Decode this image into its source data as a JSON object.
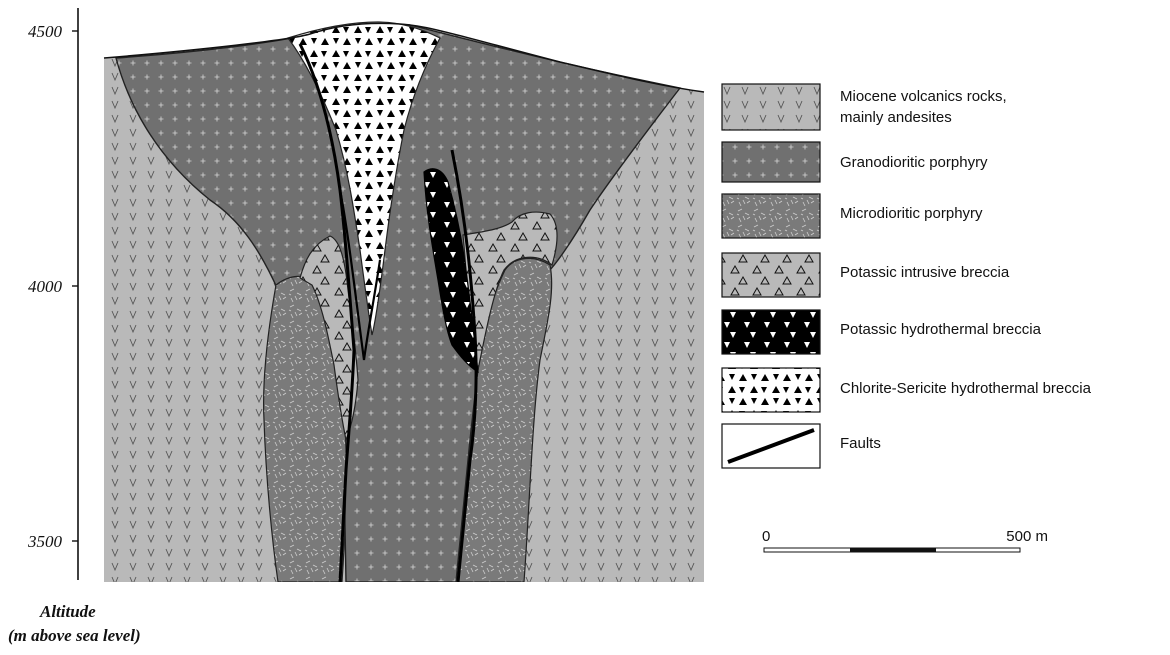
{
  "axis": {
    "title_line1": "Altitude",
    "title_line2": "(m above sea level)",
    "ticks": [
      "4500",
      "4000",
      "3500"
    ]
  },
  "legend": [
    {
      "id": "miocene-volcanics",
      "label_line1": "Miocene volcanics rocks,",
      "label_line2": "mainly andesites",
      "fill": "#b9b9b9"
    },
    {
      "id": "granodioritic-porphyry",
      "label_line1": "Granodioritic porphyry",
      "label_line2": "",
      "fill": "#707070"
    },
    {
      "id": "microdioritic-porphyry",
      "label_line1": "Microdioritic porphyry",
      "label_line2": "",
      "fill": "#7a7a7a"
    },
    {
      "id": "potassic-intrusive-breccia",
      "label_line1": "Potassic intrusive breccia",
      "label_line2": "",
      "fill": "#b9b9b9"
    },
    {
      "id": "potassic-hydrothermal-breccia",
      "label_line1": "Potassic hydrothermal breccia",
      "label_line2": "",
      "fill": "#000000"
    },
    {
      "id": "chlorite-sericite-breccia",
      "label_line1": "Chlorite-Sericite hydrothermal breccia",
      "label_line2": "",
      "fill": "#ffffff"
    },
    {
      "id": "faults",
      "label_line1": "Faults",
      "label_line2": "",
      "fill": "#ffffff"
    }
  ],
  "scale_bar": {
    "start_label": "0",
    "end_label": "500 m"
  }
}
